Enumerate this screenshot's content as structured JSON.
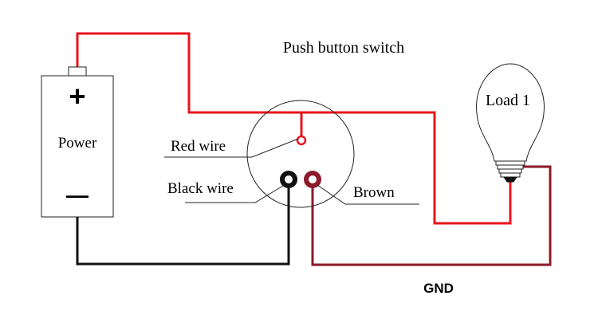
{
  "title": "Push button switch",
  "power_label": "Power",
  "plus_symbol": "+",
  "minus_symbol": "—",
  "load_label": "Load 1",
  "red_wire_label": "Red wire",
  "black_wire_label": "Black wire",
  "brown_label": "Brown",
  "gnd_label": "GND",
  "colors": {
    "red_wire": "#e8141b",
    "black_wire": "#111111",
    "brown_wire": "#8b1a2b",
    "outline": "#222222"
  }
}
